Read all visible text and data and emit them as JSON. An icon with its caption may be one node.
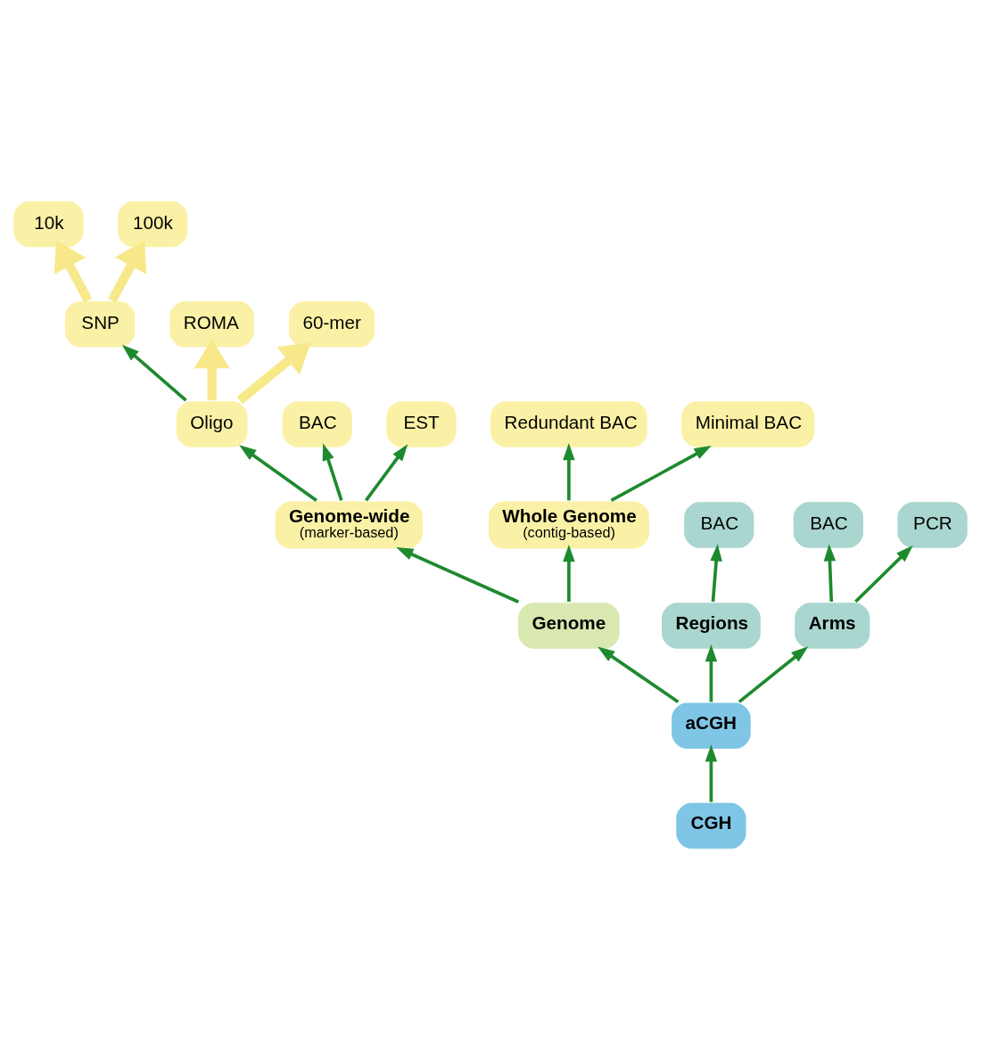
{
  "diagram": {
    "nodes": [
      {
        "text": [
          "10k"
        ]
      },
      {
        "text": [
          "100k"
        ]
      },
      {
        "text": [
          "SNP"
        ]
      },
      {
        "text": [
          "ROMA"
        ]
      },
      {
        "text": [
          "60-mer"
        ]
      },
      {
        "text": [
          "Oligo"
        ]
      },
      {
        "text": [
          "Redundant BAC"
        ]
      },
      {
        "text": [
          "Minimal BAC"
        ]
      },
      {
        "text": [
          "BAC"
        ]
      },
      {
        "text": [
          "Genome-wide",
          "(marker-based)"
        ]
      },
      {
        "text": [
          "EST"
        ]
      },
      {
        "text": [
          "Whole Genome",
          "(contig-based)"
        ]
      },
      {
        "text": [
          "Genome"
        ]
      },
      {
        "text": [
          "BAC"
        ]
      },
      {
        "text": [
          "Regions"
        ]
      },
      {
        "text": [
          "Arms"
        ]
      },
      {
        "text": [
          "BAC"
        ]
      },
      {
        "text": [
          "PCR"
        ]
      },
      {
        "text": [
          "aCGH"
        ]
      },
      {
        "text": [
          "CGH"
        ]
      }
    ],
    "edges": [
      {
        "from": 19,
        "to": 18,
        "arrow": "to"
      },
      {
        "from": 18,
        "to": 12,
        "arrow": "to"
      },
      {
        "from": 18,
        "to": 14,
        "arrow": "to"
      },
      {
        "from": 18,
        "to": 15,
        "arrow": "to"
      },
      {
        "from": 14,
        "to": 13,
        "arrow": "to"
      },
      {
        "from": 15,
        "to": 16,
        "arrow": "to"
      },
      {
        "from": 15,
        "to": 17,
        "arrow": "to"
      },
      {
        "from": 12,
        "to": 9,
        "arrow": "to"
      },
      {
        "from": 12,
        "to": 11,
        "arrow": "to"
      },
      {
        "from": 9,
        "to": 10,
        "arrow": "to"
      },
      {
        "from": 9,
        "to": 8,
        "arrow": "to"
      },
      {
        "from": 9,
        "to": 5,
        "arrow": "to"
      },
      {
        "from": 5,
        "to": 2,
        "arrow": "to"
      },
      {
        "from": 5,
        "to": 3,
        "arrow": "to",
        "style": "thick",
        "color": "#f7e98a"
      },
      {
        "from": 5,
        "to": 4,
        "arrow": "to",
        "style": "thick",
        "color": "#f7e98a"
      },
      {
        "from": 2,
        "to": 0,
        "arrow": "to",
        "style": "thick",
        "color": "#f7e98a"
      },
      {
        "from": 2,
        "to": 1,
        "arrow": "to",
        "style": "thick",
        "color": "#f7e98a"
      },
      {
        "from": 11,
        "to": 6,
        "arrow": "to"
      },
      {
        "from": 11,
        "to": 7,
        "arrow": "to"
      }
    ]
  }
}
